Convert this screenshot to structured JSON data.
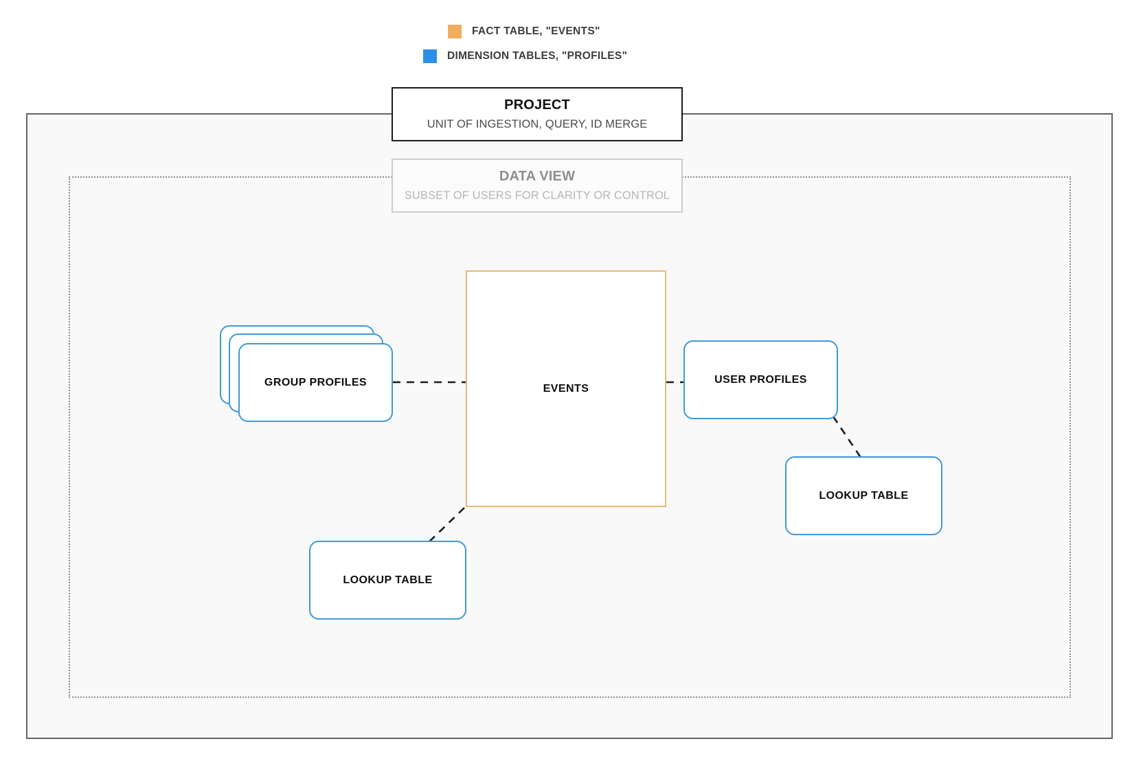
{
  "legend": {
    "items": [
      {
        "label": "FACT TABLE, \"EVENTS\"",
        "color": "#f0ae5e",
        "icon": "square-swatch-icon"
      },
      {
        "label": "DIMENSION TABLES, \"PROFILES\"",
        "color": "#2b90e8",
        "icon": "square-swatch-icon"
      }
    ]
  },
  "project": {
    "title": "PROJECT",
    "subtitle": "UNIT OF INGESTION, QUERY, ID MERGE"
  },
  "data_view": {
    "title": "DATA VIEW",
    "subtitle": "SUBSET OF USERS FOR CLARITY OR CONTROL"
  },
  "entities": {
    "events": {
      "label": "EVENTS",
      "type": "fact",
      "color": "#e8b878"
    },
    "group_profiles": {
      "label": "GROUP PROFILES",
      "type": "dimension",
      "color": "#3d9ad4",
      "stacked": 3
    },
    "user_profiles": {
      "label": "USER PROFILES",
      "type": "dimension",
      "color": "#3d9ad4"
    },
    "lookup_table_left": {
      "label": "LOOKUP TABLE",
      "type": "dimension",
      "color": "#3d9ad4"
    },
    "lookup_table_right": {
      "label": "LOOKUP TABLE",
      "type": "dimension",
      "color": "#3d9ad4"
    }
  },
  "connections": [
    {
      "from": "group_profiles",
      "to": "events",
      "style": "dashed"
    },
    {
      "from": "events",
      "to": "user_profiles",
      "style": "dashed"
    },
    {
      "from": "user_profiles",
      "to": "lookup_table_right",
      "style": "dashed"
    },
    {
      "from": "events",
      "to": "lookup_table_left",
      "style": "dashed"
    }
  ],
  "frames": {
    "outer": {
      "border": "#636363",
      "fill": "#f9f9f9",
      "style": "solid"
    },
    "inner": {
      "border": "#8a8a8a",
      "style": "dotted"
    }
  }
}
